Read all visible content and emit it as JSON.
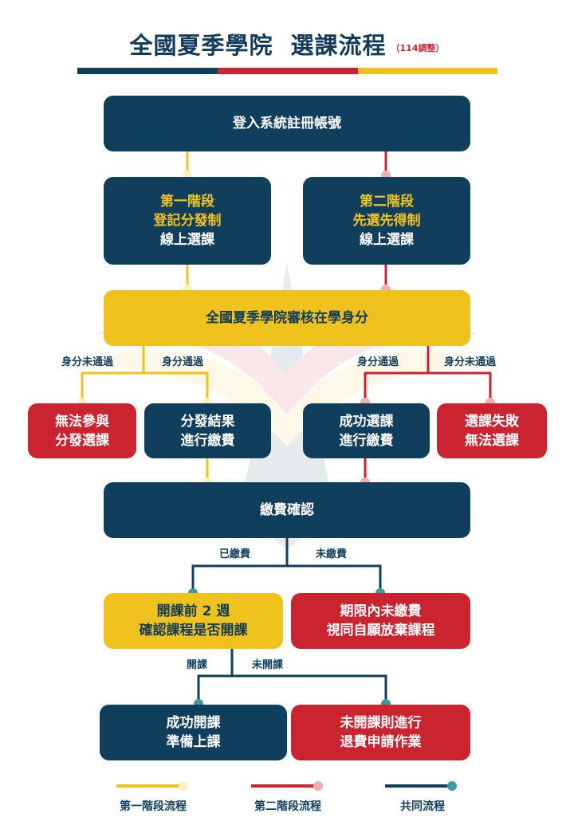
{
  "title": {
    "part1": "全國夏季學院",
    "part2": "選課流程",
    "note": "（114調整）"
  },
  "colors": {
    "navy": "#0f3f5d",
    "gold": "#f0c21d",
    "red": "#cb2431",
    "gold_dot": "#fdf2bf",
    "red_dot": "#efb0ae",
    "navy_dot": "#3f9aa0"
  },
  "boxes": {
    "register": "登入系統註冊帳號",
    "phase1": {
      "l1": "第一階段",
      "l2": "登記分發制",
      "l3": "線上選課"
    },
    "phase2": {
      "l1": "第二階段",
      "l2": "先選先得制",
      "l3": "線上選課"
    },
    "review": "全國夏季學院審核在學身分",
    "no_alloc": {
      "l1": "無法參與",
      "l2": "分發選課"
    },
    "alloc_pay": {
      "l1": "分發結果",
      "l2": "進行繳費"
    },
    "success_pay": {
      "l1": "成功選課",
      "l2": "進行繳費"
    },
    "fail": {
      "l1": "選課失敗",
      "l2": "無法選課"
    },
    "payment": "繳費確認",
    "check_open": {
      "l1": "開課前 2 週",
      "l2": "確認課程是否開課"
    },
    "unpaid": {
      "l1": "期限內未繳費",
      "l2": "視同自願放棄課程"
    },
    "open": {
      "l1": "成功開課",
      "l2": "準備上課"
    },
    "refund": {
      "l1": "未開課則進行",
      "l2": "退費申請作業"
    }
  },
  "labels": {
    "fail_left": "身分未通過",
    "pass_left": "身分通過",
    "pass_right": "身分通過",
    "fail_right": "身分未通過",
    "paid": "已繳費",
    "not_paid": "未繳費",
    "opened": "開課",
    "not_opened": "未開課"
  },
  "legend": {
    "phase1": "第一階段流程",
    "phase2": "第二階段流程",
    "common": "共同流程"
  }
}
